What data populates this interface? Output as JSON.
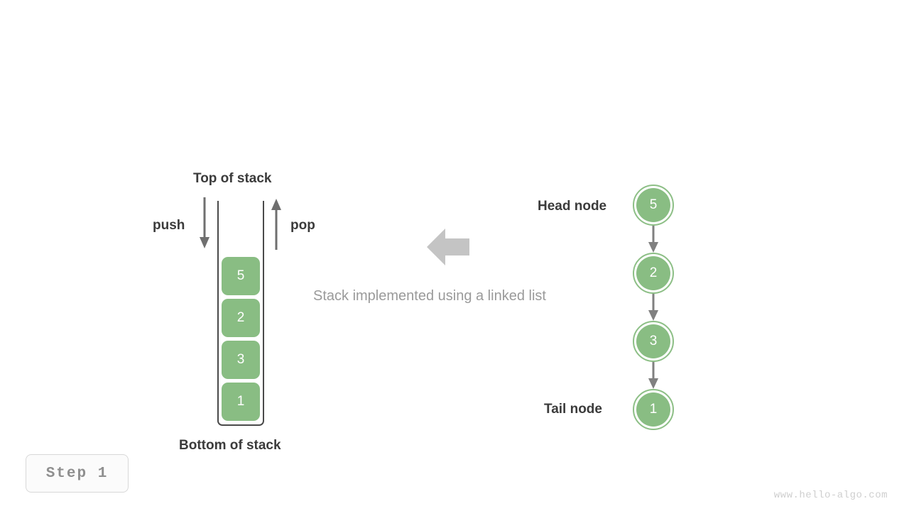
{
  "page": {
    "background_color": "#ffffff",
    "watermark": "www.hello-algo.com",
    "step_label": "Step 1"
  },
  "colors": {
    "node_green": "#89bd83",
    "node_ring": "#8dbf86",
    "arrow_gray": "#6f6f6f",
    "transform_arrow_gray": "#c4c4c4",
    "text_dark": "#3b3b3b",
    "text_muted": "#9a9a9a",
    "container_stroke": "#4a4a4a"
  },
  "caption": {
    "text": "Stack implemented using a linked list"
  },
  "stack": {
    "top_label": "Top of stack",
    "bottom_label": "Bottom of stack",
    "push_label": "push",
    "pop_label": "pop",
    "cells": [
      {
        "value": "5"
      },
      {
        "value": "2"
      },
      {
        "value": "3"
      },
      {
        "value": "1"
      }
    ]
  },
  "linked_list": {
    "head_label": "Head node",
    "tail_label": "Tail node",
    "nodes": [
      {
        "value": "5"
      },
      {
        "value": "2"
      },
      {
        "value": "3"
      },
      {
        "value": "1"
      }
    ]
  }
}
